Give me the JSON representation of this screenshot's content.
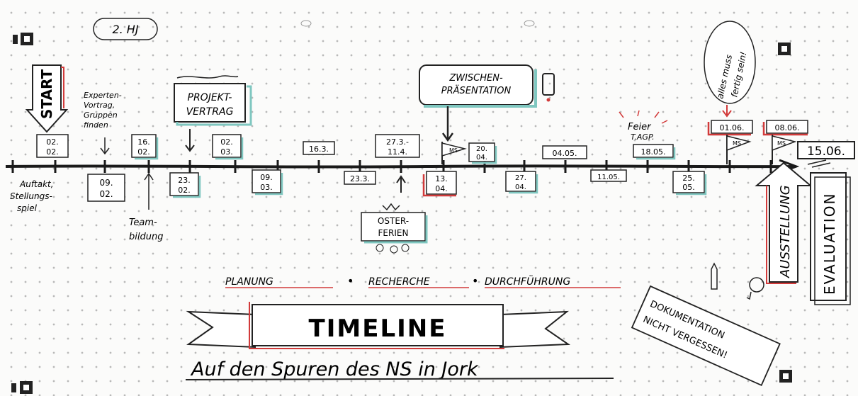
{
  "badge": "2. HJ",
  "start_label": "START",
  "projektvertrag": "PROJEKT- VERTRAG",
  "zwischen": [
    "ZWISCHEN-",
    "PRÄSENTATION"
  ],
  "alles_muss": [
    "alles muss",
    "fertig sein!"
  ],
  "feier": [
    "Feier",
    "T.AGP."
  ],
  "expert_note": [
    "Experten-",
    "Vortrag,",
    "Gruppen",
    "finden"
  ],
  "auftakt": [
    "Auftakt,",
    "Stellungs-",
    "spiel"
  ],
  "teambildung": [
    "Team-",
    "bildung"
  ],
  "osterferien": [
    "OSTER-",
    "FERIEN"
  ],
  "dates_top": [
    {
      "lines": [
        "02.",
        "02."
      ]
    },
    {
      "lines": [
        "16.",
        "02."
      ]
    },
    {
      "lines": [
        "02.",
        "03."
      ]
    },
    {
      "lines": [
        "16.3."
      ]
    },
    {
      "lines": [
        "27.3.-",
        "11.4."
      ]
    },
    {
      "lines": [
        "20.",
        "04."
      ]
    },
    {
      "lines": [
        "04.05."
      ]
    },
    {
      "lines": [
        "18.05."
      ]
    },
    {
      "lines": [
        "01.06."
      ]
    },
    {
      "lines": [
        "08.06."
      ]
    }
  ],
  "dates_bottom": [
    {
      "lines": [
        "09.",
        "02."
      ]
    },
    {
      "lines": [
        "23.",
        "02."
      ]
    },
    {
      "lines": [
        "09.",
        "03."
      ]
    },
    {
      "lines": [
        "23.3."
      ]
    },
    {
      "lines": [
        "13.",
        "04."
      ]
    },
    {
      "lines": [
        "27.",
        "04."
      ]
    },
    {
      "lines": [
        "11.05."
      ]
    },
    {
      "lines": [
        "25.",
        "05."
      ]
    }
  ],
  "ms": "MS",
  "final_date": "15.06.",
  "ausstellung": "AUSSTELLUNG",
  "evaluation": "EVALUATION",
  "phases": [
    "PLANUNG",
    "RECHERCHE",
    "DURCHFÜHRUNG"
  ],
  "title": "TIMELINE",
  "subtitle": "Auf den Spuren des NS in Jork",
  "doku": [
    "DOKUMENTATION",
    "NICHT VERGESSEN!"
  ],
  "colors": {
    "accent_red": "#d23a3a",
    "accent_teal": "#7fc7c0",
    "ink": "#1a1a1a"
  },
  "icons": [
    "corner-marker-icon",
    "bulb-icon",
    "pencil-icon",
    "flower-icon",
    "bulb-icon"
  ]
}
